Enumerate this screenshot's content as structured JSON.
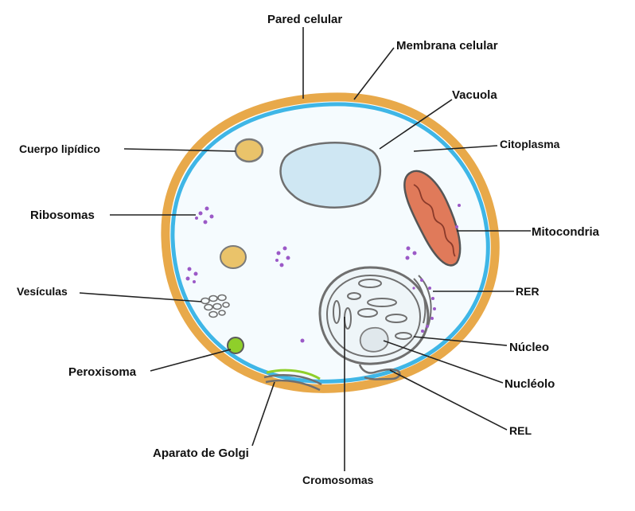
{
  "diagram": {
    "labels": {
      "pared_celular": "Pared celular",
      "membrana_celular": "Membrana celular",
      "vacuola": "Vacuola",
      "cuerpo_lipidico": "Cuerpo lipídico",
      "citoplasma": "Citoplasma",
      "ribosomas": "Ribosomas",
      "mitocondria": "Mitocondria",
      "vesiculas": "Vesículas",
      "rer": "RER",
      "nucleo": "Núcleo",
      "peroxisoma": "Peroxisoma",
      "nucleolo": "Nucléolo",
      "rel": "REL",
      "aparato_golgi": "Aparato de Golgi",
      "cromosomas": "Cromosomas"
    },
    "colors": {
      "cell_wall": "#e8a94a",
      "membrane": "#3fb6e6",
      "cytoplasm": "#f5fbfe",
      "vacuole": "#cfe7f3",
      "mitochondria": "#e07a5a",
      "lipid": "#eac36a",
      "peroxisome": "#8fcf2a",
      "ribosome": "#9b59c7",
      "outline": "#6f6f6f"
    }
  }
}
